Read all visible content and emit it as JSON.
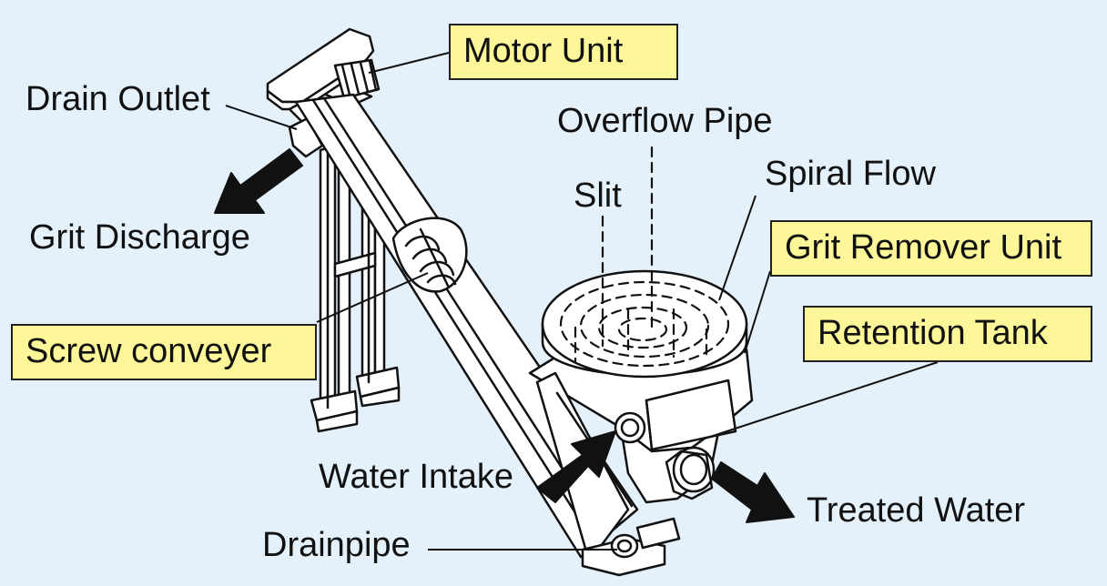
{
  "labels": {
    "motor_unit": "Motor Unit",
    "drain_outlet": "Drain Outlet",
    "overflow_pipe": "Overflow Pipe",
    "spiral_flow": "Spiral Flow",
    "slit": "Slit",
    "grit_discharge": "Grit Discharge",
    "grit_remover_unit": "Grit Remover Unit",
    "retention_tank": "Retention Tank",
    "screw_conveyer": "Screw conveyer",
    "water_intake": "Water Intake",
    "treated_water": "Treated Water",
    "drainpipe": "Drainpipe"
  },
  "colors": {
    "background": "#e4f1fb",
    "label_box": "#fdf79a",
    "ink": "#111111"
  }
}
